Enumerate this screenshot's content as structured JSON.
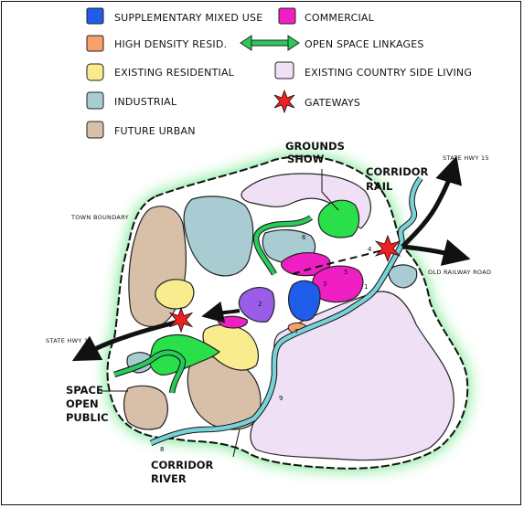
{
  "legend": [
    {
      "label": "SUPPLEMENTARY MIXED USE",
      "swatch": "#1f5de8",
      "kind": "box"
    },
    {
      "label": "COMMERCIAL",
      "swatch": "#f01fc4",
      "kind": "box"
    },
    {
      "label": "HIGH DENSITY RESID.",
      "swatch": "#f7a06a",
      "kind": "box"
    },
    {
      "label": "OPEN SPACE LINKAGES",
      "swatch": "#29c95a",
      "kind": "arrow"
    },
    {
      "label": "EXISTING RESIDENTIAL",
      "swatch": "#f8ec8e",
      "kind": "box"
    },
    {
      "label": "EXISTING COUNTRY SIDE LIVING",
      "swatch": "#efe0f6",
      "kind": "box"
    },
    {
      "label": "INDUSTRIAL",
      "swatch": "#a9ccd3",
      "kind": "box"
    },
    {
      "label": "GATEWAYS",
      "swatch": "#ee2020",
      "kind": "star"
    },
    {
      "label": "FUTURE URBAN",
      "swatch": "#d7bfa8",
      "kind": "box"
    }
  ],
  "map": {
    "show_grounds": [
      "SHOW",
      "GROUNDS"
    ],
    "rail_corridor": [
      "RAIL",
      "CORRIDOR"
    ],
    "state_hwy_15": "STATE HWY 15",
    "old_railway_road": "OLD RAILWAY ROAD",
    "town_boundary": "TOWN BOUNDARY",
    "state_hwy_16": "STATE HWY 16",
    "public_open_space": [
      "PUBLIC",
      "OPEN",
      "SPACE"
    ],
    "river_corridor": [
      "RIVER",
      "CORRIDOR"
    ],
    "zone_numbers": [
      "1",
      "2",
      "3",
      "4",
      "5",
      "6",
      "7",
      "8",
      "9"
    ],
    "colors": {
      "glow": "#48e06a",
      "boundary": "#111111",
      "road": "#ffffff",
      "river": "#79d2d8",
      "arrow": "#111111"
    }
  }
}
